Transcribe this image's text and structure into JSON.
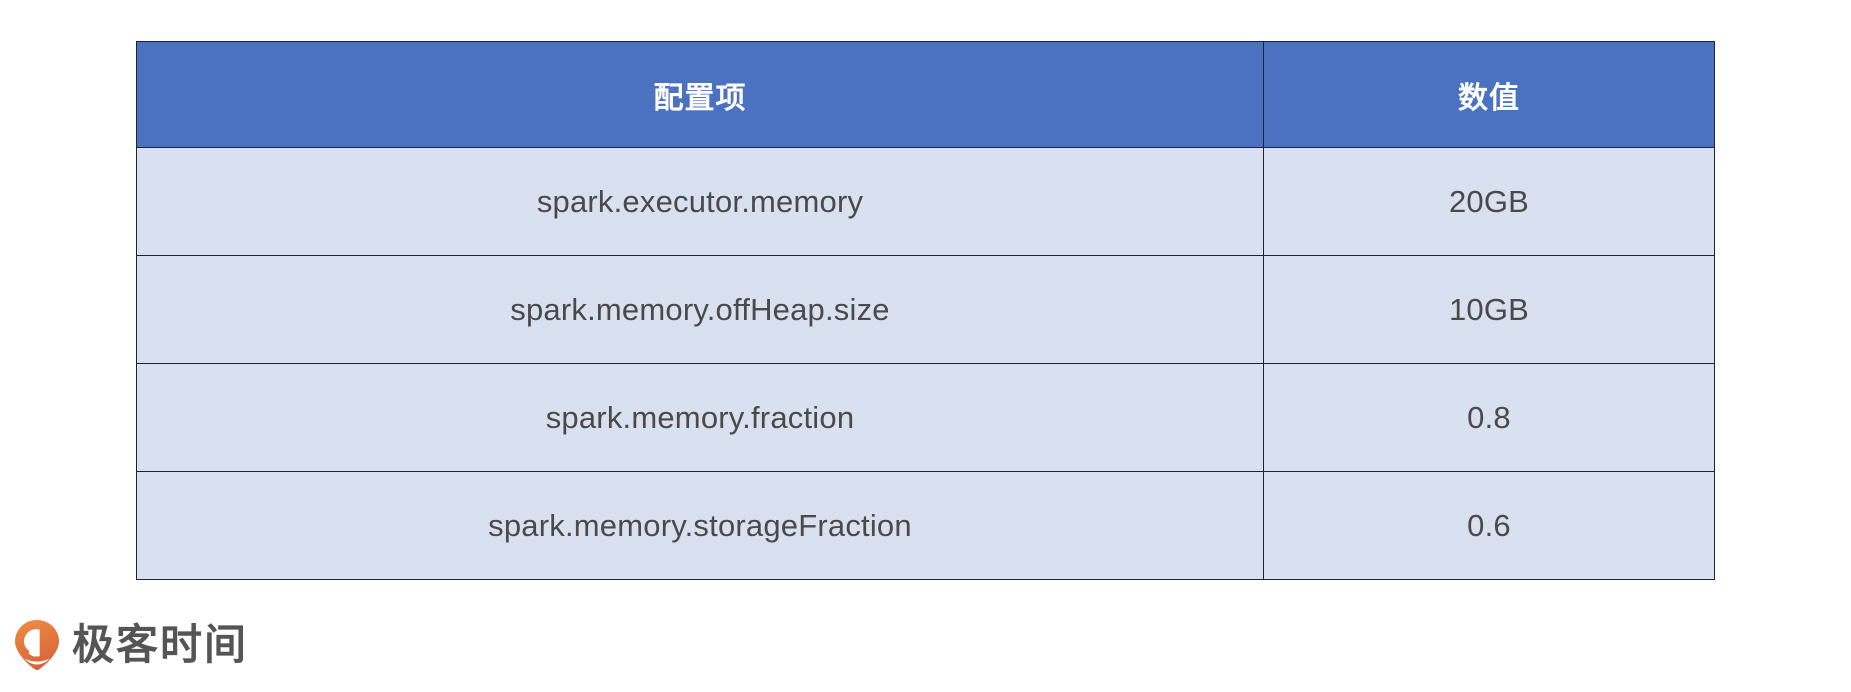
{
  "table": {
    "headers": [
      "配置项",
      "数值"
    ],
    "rows": [
      {
        "key": "spark.executor.memory",
        "value": "20GB"
      },
      {
        "key": "spark.memory.offHeap.size",
        "value": "10GB"
      },
      {
        "key": "spark.memory.fraction",
        "value": "0.8"
      },
      {
        "key": "spark.memory.storageFraction",
        "value": "0.6"
      }
    ],
    "colors": {
      "header_background": "#4a72c0",
      "header_text": "#ffffff",
      "row_background": "#d9e1f0",
      "row_text": "#4a4a4a",
      "border": "#1c2430"
    }
  },
  "footer": {
    "brand_name": "极客时间",
    "logo_icon": "geektime-pin-icon",
    "logo_colors": {
      "orange_light": "#ef8c42",
      "orange_dark": "#d9663a"
    },
    "brand_text_color": "#555555"
  }
}
